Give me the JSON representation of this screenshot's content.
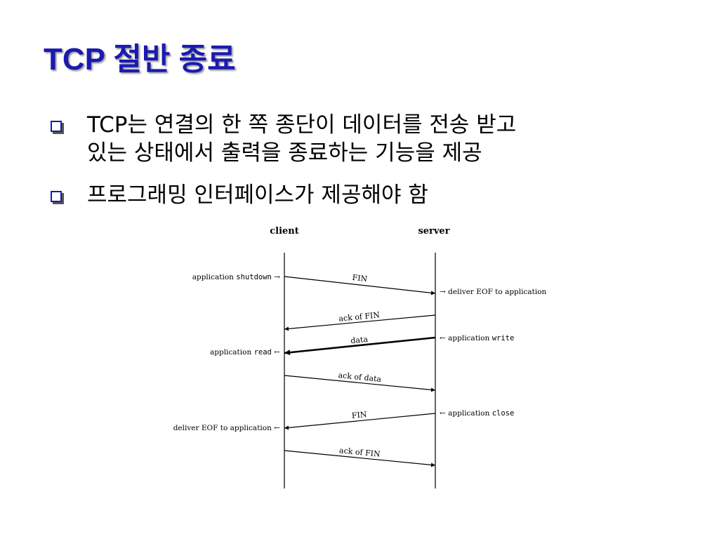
{
  "slide": {
    "title": "TCP 절반 종료",
    "bullets": [
      {
        "line1": "TCP는 연결의 한 쪽 종단이 데이터를 전송 받고",
        "line2": "있는 상태에서 출력을 종료하는 기능을 제공"
      },
      {
        "line1": "프로그래밍 인터페이스가 제공해야 함"
      }
    ]
  },
  "diagram": {
    "client_label": "client",
    "server_label": "server",
    "messages": [
      {
        "label": "FIN",
        "direction": "client-to-server",
        "bold": false
      },
      {
        "label": "ack of FIN",
        "direction": "server-to-client",
        "bold": false
      },
      {
        "label": "data",
        "direction": "server-to-client",
        "bold": true
      },
      {
        "label": "ack of data",
        "direction": "client-to-server",
        "bold": false
      },
      {
        "label": "FIN",
        "direction": "server-to-client",
        "bold": false
      },
      {
        "label": "ack of FIN",
        "direction": "client-to-server",
        "bold": false
      }
    ],
    "client_notes": {
      "shutdown": {
        "prefix": "application ",
        "call": "shutdown",
        "arrow": " →"
      },
      "read": {
        "prefix": "application ",
        "call": "read",
        "arrow": " ←"
      },
      "deliver_eof": "deliver EOF to application ←"
    },
    "server_notes": {
      "deliver_eof": "→ deliver EOF to application",
      "write": {
        "prefix": "← application ",
        "call": "write"
      },
      "close": {
        "prefix": "← application ",
        "call": "close"
      }
    }
  }
}
